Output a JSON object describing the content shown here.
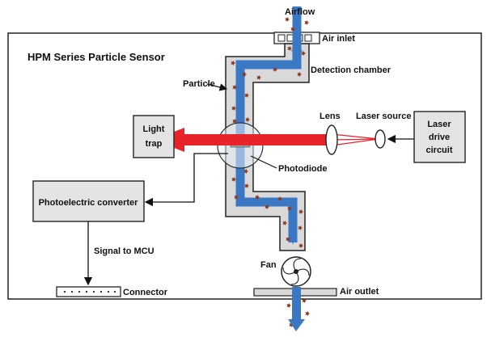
{
  "title": "HPM Series Particle Sensor",
  "labels": {
    "airflow": "Airflow",
    "air_inlet": "Air inlet",
    "detection_chamber": "Detection chamber",
    "particle": "Particle",
    "lens": "Lens",
    "laser_source": "Laser source",
    "photodiode": "Photodiode",
    "fan": "Fan",
    "air_outlet": "Air outlet",
    "signal_to_mcu": "Signal to MCU",
    "connector": "Connector"
  },
  "boxes": {
    "light_trap": [
      "Light",
      "trap"
    ],
    "laser_drive": [
      "Laser",
      "drive",
      "circuit"
    ],
    "photoelectric": "Photoelectric converter"
  },
  "colors": {
    "airflow_arrow": "#3b78c4",
    "laser_beam": "#e8242a",
    "chamber_fill": "#d9d9d9",
    "box_fill": "#e4e4e4",
    "particle": "#8b3a1f"
  }
}
